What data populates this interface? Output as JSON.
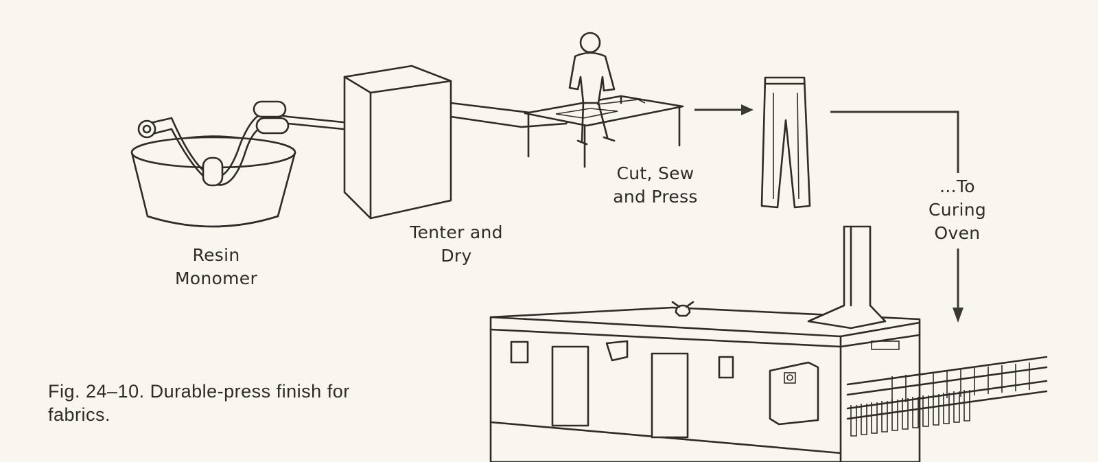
{
  "labels": {
    "resin_line1": "Resin",
    "resin_line2": "Monomer",
    "tenter_line1": "Tenter and",
    "tenter_line2": "Dry",
    "cut_line1": "Cut, Sew",
    "cut_line2": "and Press",
    "curing_line1": "...To",
    "curing_line2": "Curing",
    "curing_line3": "Oven"
  },
  "caption": {
    "line1": "Fig. 24–10. Durable-press finish for",
    "line2": "fabrics."
  },
  "colors": {
    "ink": "#2e2b28",
    "paper": "#f8f6ee"
  },
  "icons": [
    "tub-icon",
    "roller-icon",
    "dryer-box-icon",
    "worker-icon",
    "table-icon",
    "trousers-icon",
    "oven-icon",
    "garment-rack-icon"
  ]
}
